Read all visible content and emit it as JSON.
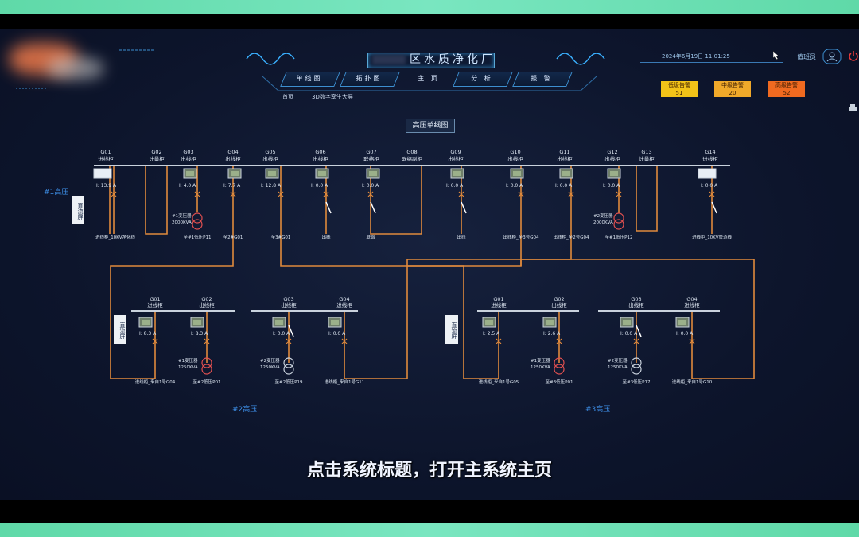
{
  "header": {
    "title": "区水质净化厂",
    "datetime": "2024年6月19日 11:01:25",
    "user": "值班员",
    "user_icon": "user-icon",
    "power_icon": "power-icon"
  },
  "nav": {
    "tabs": [
      {
        "label": "单线图"
      },
      {
        "label": "拓扑图"
      },
      {
        "label": "主 页"
      },
      {
        "label": "分 析"
      },
      {
        "label": "报 警"
      }
    ]
  },
  "breadcrumb": {
    "home": "首页",
    "current": "3D数字孪生大屏"
  },
  "alarms": [
    {
      "label": "低级告警",
      "count": "51",
      "color": "#f2c318"
    },
    {
      "label": "中级告警",
      "count": "20",
      "color": "#f0a92a"
    },
    {
      "label": "高级告警",
      "count": "52",
      "color": "#f06a20"
    }
  ],
  "diagram": {
    "title": "高压单线图",
    "sections": {
      "s1": "#1高压",
      "s2": "#2高压",
      "s3": "#3高压"
    },
    "dc_screen": "直流屏",
    "top_cabinets": [
      {
        "code": "G01",
        "name": "进线柜",
        "reading": "I:  13.9  A",
        "caption": "进线柜_10KV净化线"
      },
      {
        "code": "G02",
        "name": "计量柜"
      },
      {
        "code": "G03",
        "name": "出线柜",
        "reading": "I:  4.0   A",
        "caption": "至#1低压P11",
        "xf": "#1变压器",
        "xf_cap": "2000KVA"
      },
      {
        "code": "G04",
        "name": "出线柜",
        "reading": "I:  7.7  A",
        "caption": "至2#G01"
      },
      {
        "code": "G05",
        "name": "出线柜",
        "reading": "I:  12.8  A",
        "caption": "至3#G01"
      },
      {
        "code": "G06",
        "name": "出线柜",
        "reading": "I:  0.0  A",
        "caption": "出线"
      },
      {
        "code": "G07",
        "name": "联络柜",
        "reading": "I:  0.0  A",
        "caption": "联络"
      },
      {
        "code": "G08",
        "name": "联络副柜"
      },
      {
        "code": "G09",
        "name": "出线柜",
        "reading": "I:  0.0  A",
        "caption": "出线"
      },
      {
        "code": "G10",
        "name": "出线柜",
        "reading": "I:  0.0  A",
        "caption": "出线柜_至3号G04"
      },
      {
        "code": "G11",
        "name": "出线柜",
        "reading": "I:  0.0  A",
        "caption": "出线柜_至2号G04"
      },
      {
        "code": "G12",
        "name": "出线柜",
        "reading": "I:  0.0  A",
        "caption": "至#1低压P12",
        "xf": "#2变压器",
        "xf_cap": "2000KVA"
      },
      {
        "code": "G13",
        "name": "计量柜"
      },
      {
        "code": "G14",
        "name": "进线柜",
        "reading": "I:  0.0  A",
        "caption": "进线柜_10KV管道线"
      }
    ],
    "s2_cabinets": [
      {
        "code": "G01",
        "name": "进线柜",
        "reading": "I:  8.3  A",
        "caption": "进线柜_来自1号G04"
      },
      {
        "code": "G02",
        "name": "出线柜",
        "reading": "I:  8.3  A",
        "caption": "至#2低压P01",
        "xf": "#1变压器",
        "xf_cap": "1250KVA"
      },
      {
        "code": "G03",
        "name": "出线柜",
        "reading": "I:  0.0  A",
        "caption": "至#2低压P19",
        "xf": "#2变压器",
        "xf_cap": "1250KVA"
      },
      {
        "code": "G04",
        "name": "进线柜",
        "reading": "I:  0.0  A",
        "caption": "进线柜_来自1号G11"
      }
    ],
    "s3_cabinets": [
      {
        "code": "G01",
        "name": "进线柜",
        "reading": "I:  2.5  A",
        "caption": "进线柜_来自1号G05"
      },
      {
        "code": "G02",
        "name": "出线柜",
        "reading": "I:  2.6  A",
        "caption": "至#3低压P01",
        "xf": "#1变压器",
        "xf_cap": "1250KVA"
      },
      {
        "code": "G03",
        "name": "出线柜",
        "reading": "I:  0.0  A",
        "caption": "至#3低压P17",
        "xf": "#2变压器",
        "xf_cap": "1250KVA"
      },
      {
        "code": "G04",
        "name": "进线柜",
        "reading": "I:  0.0  A",
        "caption": "进线柜_来自1号G10"
      }
    ]
  },
  "subtitle": "点击系统标题，打开主系统主页",
  "colors": {
    "line": "#e08a3c",
    "busbar": "#c9d2dd",
    "accent": "#3d8fd0"
  }
}
